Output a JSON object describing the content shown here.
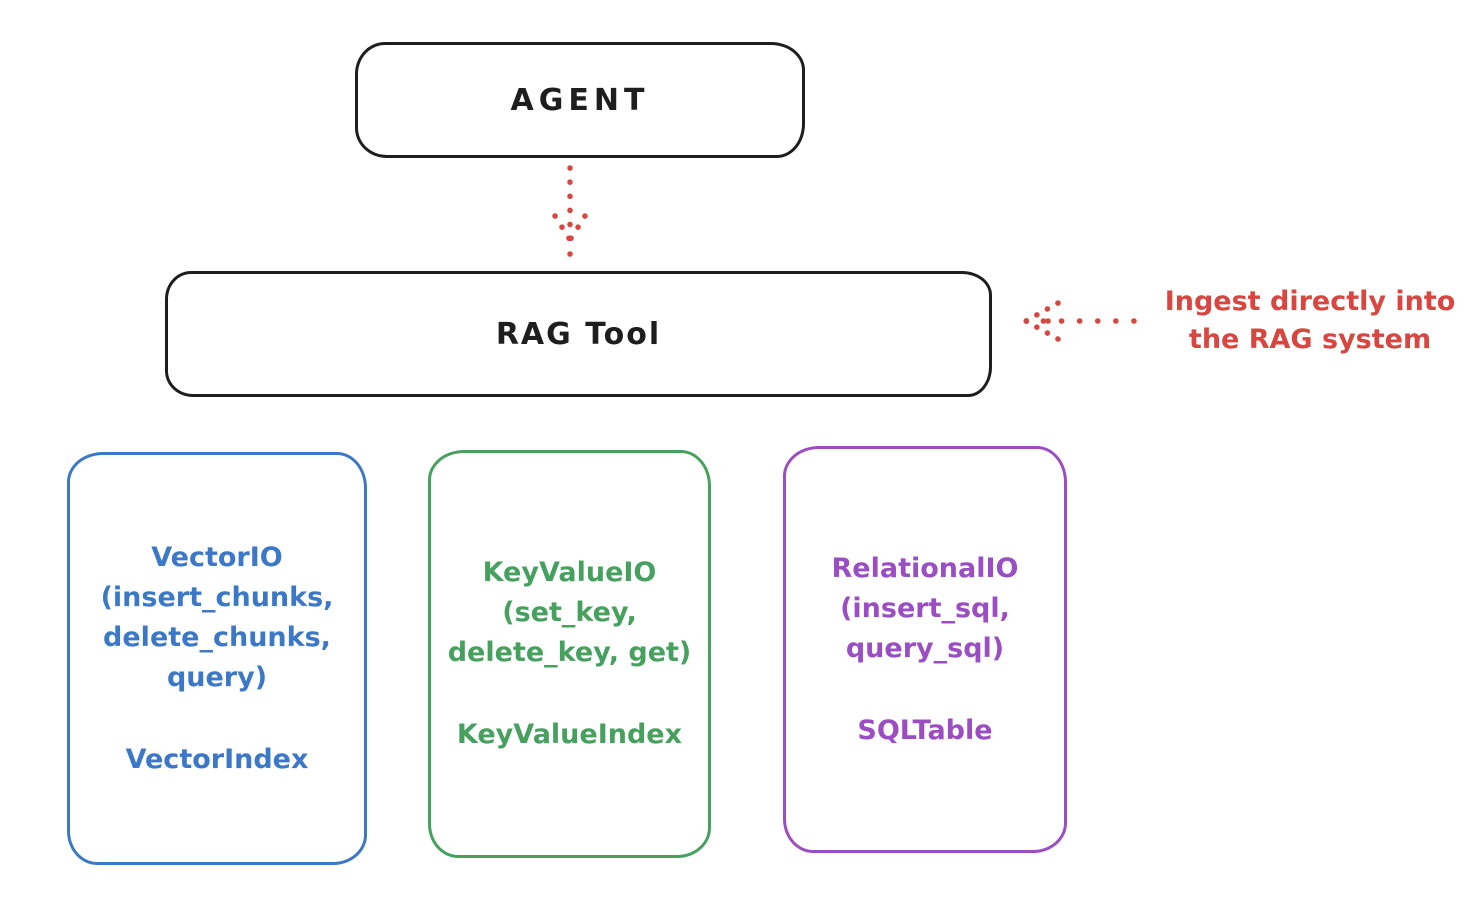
{
  "diagram": {
    "background": "#ffffff",
    "colors": {
      "outline_black": "#1e1e1e",
      "accent_red": "#d9453f",
      "vector_blue": "#3b78c8",
      "keyvalue_green": "#47a15e",
      "relational_purple": "#9b4dc3"
    },
    "nodes": {
      "agent": {
        "label": "AGENT"
      },
      "rag_tool": {
        "label": "RAG Tool"
      },
      "vector": {
        "lines": [
          "VectorIO",
          "(insert_chunks,",
          "delete_chunks,",
          "query)"
        ],
        "index_label": "VectorIndex"
      },
      "keyvalue": {
        "lines": [
          "KeyValueIO",
          "(set_key,",
          "delete_key, get)"
        ],
        "index_label": "KeyValueIndex"
      },
      "relational": {
        "lines": [
          "RelationalIO",
          "(insert_sql,",
          "query_sql)"
        ],
        "index_label": "SQLTable"
      }
    },
    "annotation": {
      "line1": "Ingest directly into",
      "line2": "the RAG system"
    },
    "arrows": {
      "agent_to_rag": "dotted red arrow pointing down from AGENT to RAG Tool",
      "ingest_to_rag": "dotted red arrow pointing left from annotation to RAG Tool"
    }
  }
}
